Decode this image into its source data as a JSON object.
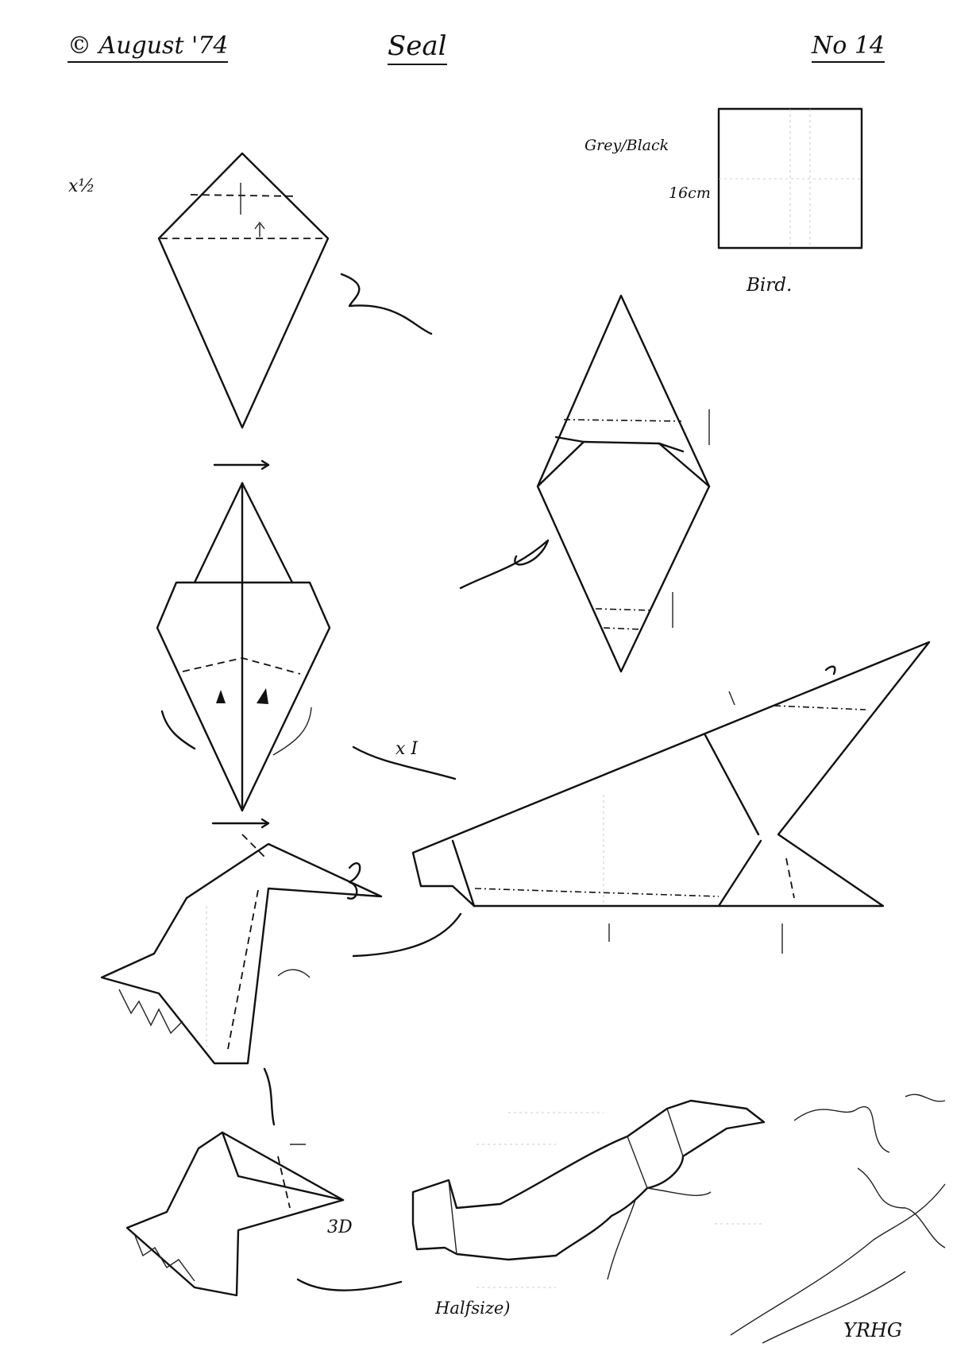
{
  "header": {
    "copyright": "© August '74",
    "model_name": "Seal",
    "number": "No 14"
  },
  "labels": {
    "scale": "x½",
    "paper_color": "Grey/Black",
    "paper_size": "16cm",
    "base_name": "Bird.",
    "repeat": "x I",
    "three_d": "3D",
    "final_size": "Halfsize)",
    "signature": "YRHG"
  }
}
